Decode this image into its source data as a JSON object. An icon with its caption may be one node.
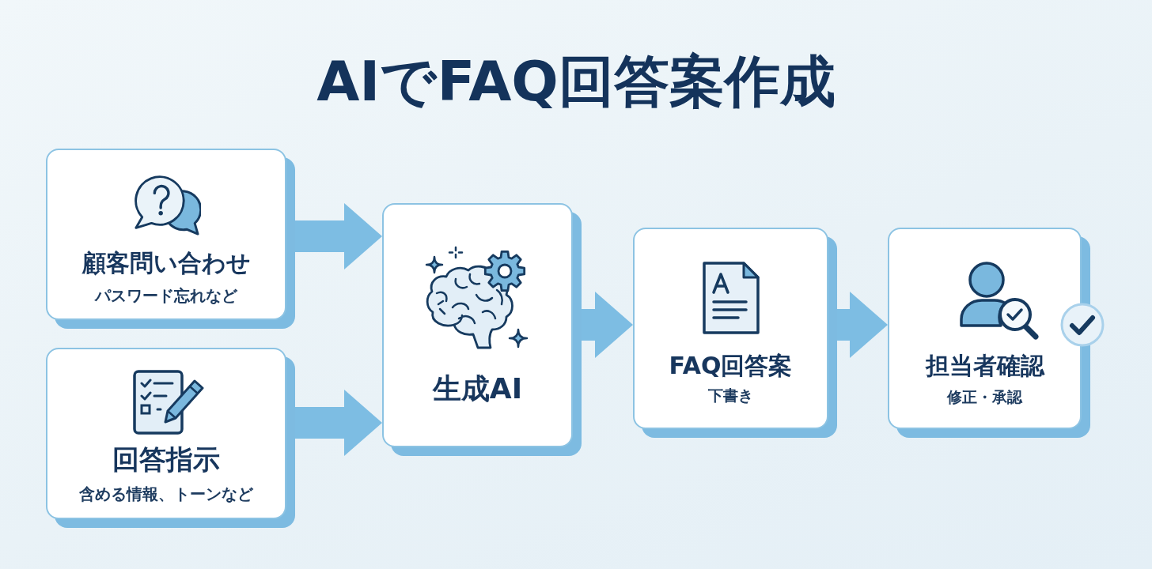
{
  "diagram": {
    "title": "AIでFAQ回答案作成",
    "nodes": [
      {
        "text": [
          "顧客問い合わせ",
          "パスワード忘れなど"
        ]
      },
      {
        "text": [
          "回答指示",
          "含める情報、トーンなど"
        ]
      },
      {
        "text": [
          "生成AI"
        ]
      },
      {
        "text": [
          "FAQ回答案",
          "下書き"
        ]
      },
      {
        "text": [
          "担当者確認",
          "修正・承認"
        ]
      }
    ],
    "edges": [
      {
        "from": 0,
        "to": 2,
        "arrow": "to"
      },
      {
        "from": 1,
        "to": 2,
        "arrow": "to"
      },
      {
        "from": 2,
        "to": 3,
        "arrow": "to"
      },
      {
        "from": 3,
        "to": 4,
        "arrow": "to"
      }
    ]
  }
}
